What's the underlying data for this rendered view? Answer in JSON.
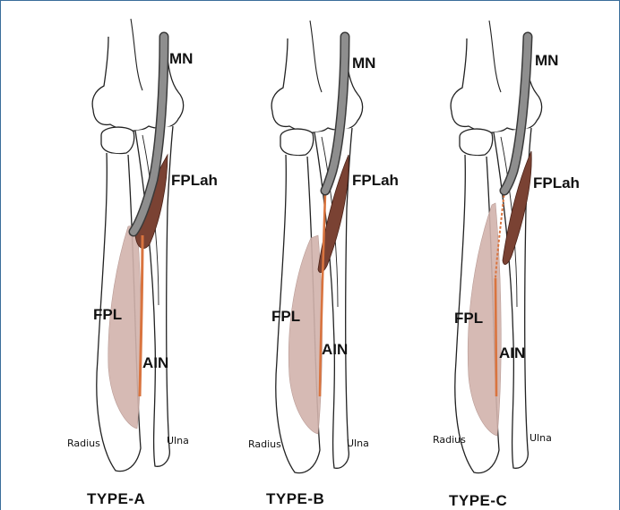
{
  "panels": [
    {
      "type_label": "TYPE-A",
      "labels": {
        "mn": "MN",
        "fplah": "FPLah",
        "fpl": "FPL",
        "ain": "AIN",
        "radius": "Radius",
        "ulna": "Ulna"
      }
    },
    {
      "type_label": "TYPE-B",
      "labels": {
        "mn": "MN",
        "fplah": "FPLah",
        "fpl": "FPL",
        "ain": "AIN",
        "radius": "Radius",
        "ulna": "Ulna"
      }
    },
    {
      "type_label": "TYPE-C",
      "labels": {
        "mn": "MN",
        "fplah": "FPLah",
        "fpl": "FPL",
        "ain": "AIN",
        "radius": "Radius",
        "ulna": "Ulna"
      }
    }
  ],
  "colors": {
    "frame": "#3a6d9a",
    "bone_outline": "#222222",
    "median_nerve": "#8e8e8e",
    "fpl_muscle": "#d2b2ac",
    "fplah_muscle": "#7a4233",
    "ain": "#d9743f"
  }
}
